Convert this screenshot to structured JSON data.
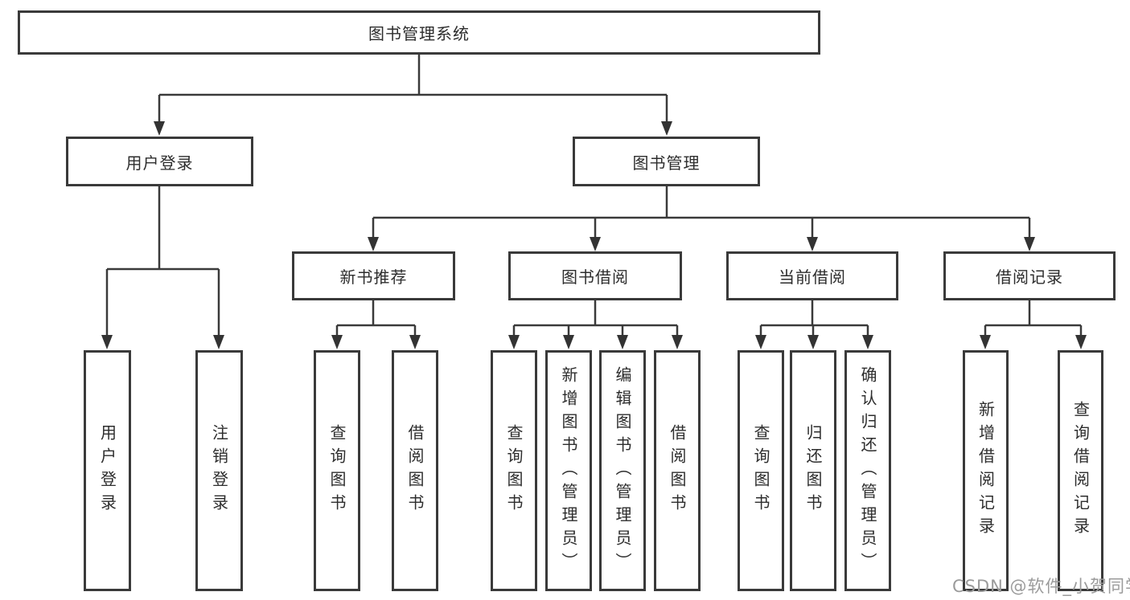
{
  "tree": {
    "root": {
      "label": "图书管理系统",
      "children": [
        {
          "label": "用户登录",
          "children": [
            {
              "label": "用户登录"
            },
            {
              "label": "注销登录"
            }
          ]
        },
        {
          "label": "图书管理",
          "children": [
            {
              "label": "新书推荐",
              "children": [
                {
                  "label": "查询图书"
                },
                {
                  "label": "借阅图书"
                }
              ]
            },
            {
              "label": "图书借阅",
              "children": [
                {
                  "label": "查询图书"
                },
                {
                  "label": "新增图书（管理员）"
                },
                {
                  "label": "编辑图书（管理员）"
                },
                {
                  "label": "借阅图书"
                }
              ]
            },
            {
              "label": "当前借阅",
              "children": [
                {
                  "label": "查询图书"
                },
                {
                  "label": "归还图书"
                },
                {
                  "label": "确认归还（管理员）"
                }
              ]
            },
            {
              "label": "借阅记录",
              "children": [
                {
                  "label": "新增借阅记录"
                },
                {
                  "label": "查询借阅记录"
                }
              ]
            }
          ]
        }
      ]
    }
  },
  "watermark": {
    "text": "CSDN @软件_小贺同学"
  },
  "colors": {
    "line": "#3a3a3a",
    "box_border": "#3a3a3a",
    "text": "#2d2d2d",
    "background": "#ffffff",
    "watermark_text": "#9b9b9b"
  }
}
